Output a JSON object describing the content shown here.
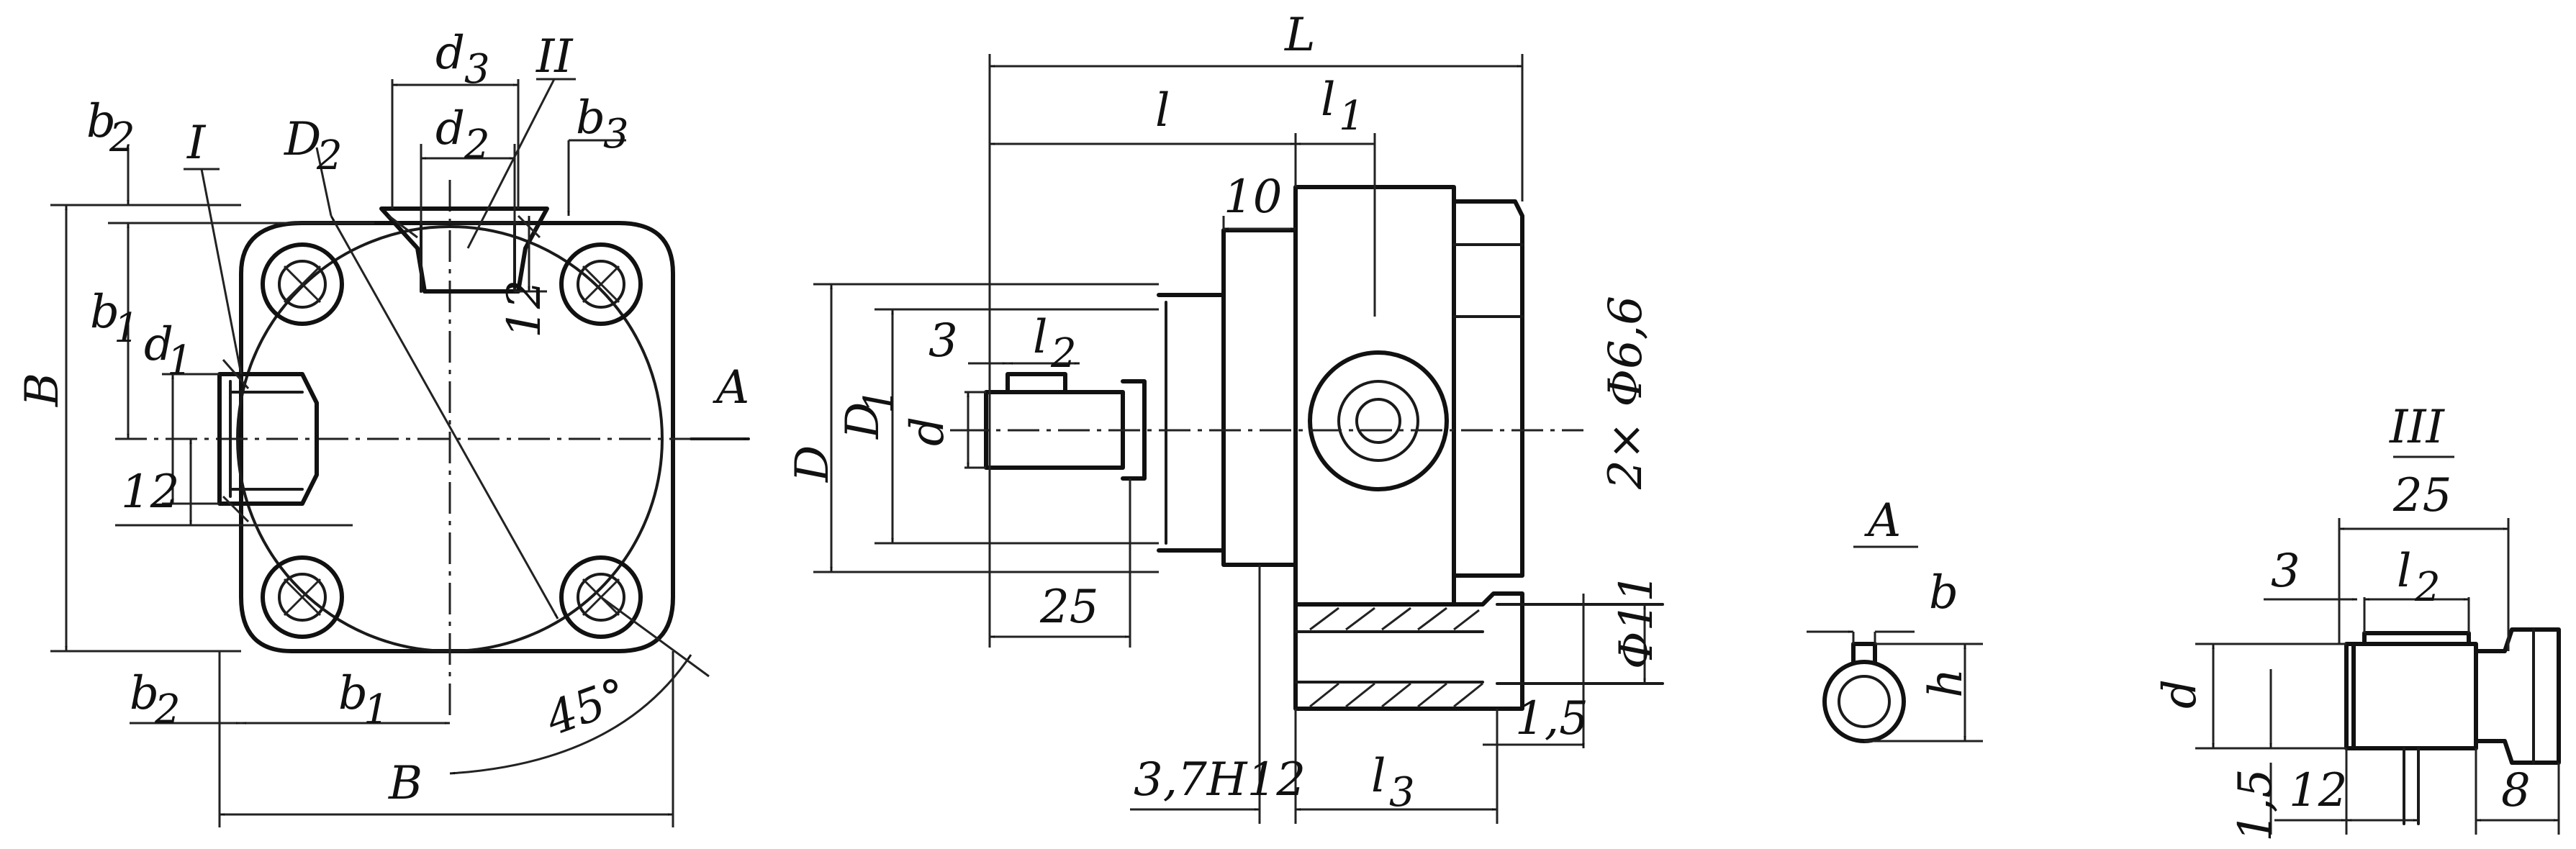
{
  "drawing": {
    "front_view": {
      "B_vertical": "B",
      "B_horizontal": "B",
      "b1_vertical": "b",
      "b1_vertical_sub": "1",
      "b1_horizontal": "b",
      "b1_horizontal_sub": "1",
      "b2_top": "b",
      "b2_top_sub": "2",
      "b2_bottom": "b",
      "b2_bottom_sub": "2",
      "b3": "b",
      "b3_sub": "3",
      "d1": "d",
      "d1_sub": "1",
      "d2": "d",
      "d2_sub": "2",
      "d3": "d",
      "d3_sub": "3",
      "D2": "D",
      "D2_sub": "2",
      "port_I": "I",
      "port_II": "II",
      "dim_12_left": "12",
      "dim_12_top": "12",
      "angle": "45°",
      "view_A": "A"
    },
    "side_view": {
      "L": "L",
      "l": "l",
      "l1": "l",
      "l1_sub": "1",
      "l2": "l",
      "l2_sub": "2",
      "l3": "l",
      "l3_sub": "3",
      "D": "D",
      "D1": "D",
      "D1_sub": "1",
      "d": "d",
      "dim_10": "10",
      "dim_3": "3",
      "dim_25": "25",
      "holes": "2× Φ6,6",
      "phi11": "Φ11",
      "dim_1_5": "1,5",
      "fit": "3,7H12"
    },
    "view_a": {
      "title": "A",
      "b": "b",
      "h": "h"
    },
    "detail_iii": {
      "title": "III",
      "scale": "25",
      "dim_3": "3",
      "l2": "l",
      "l2_sub": "2",
      "d": "d",
      "dim_1_5": "1,5",
      "dim_12": "12",
      "dim_8": "8"
    }
  }
}
